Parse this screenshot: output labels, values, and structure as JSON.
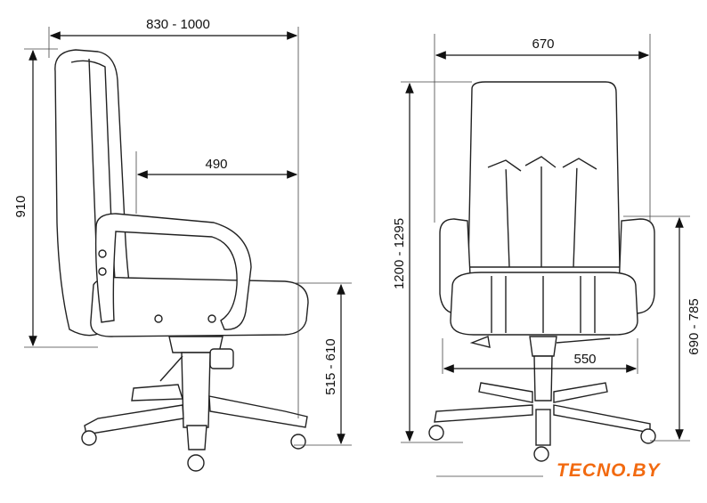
{
  "dimensions": {
    "side_depth": "830 - 1000",
    "seat_depth": "490",
    "side_height": "910",
    "seat_height": "515 - 610",
    "width": "670",
    "total_height": "1200 - 1295",
    "seat_width": "550",
    "armrest_height": "690 - 785"
  },
  "logo": {
    "text": "TECNO.BY",
    "color": "#f26a10"
  }
}
